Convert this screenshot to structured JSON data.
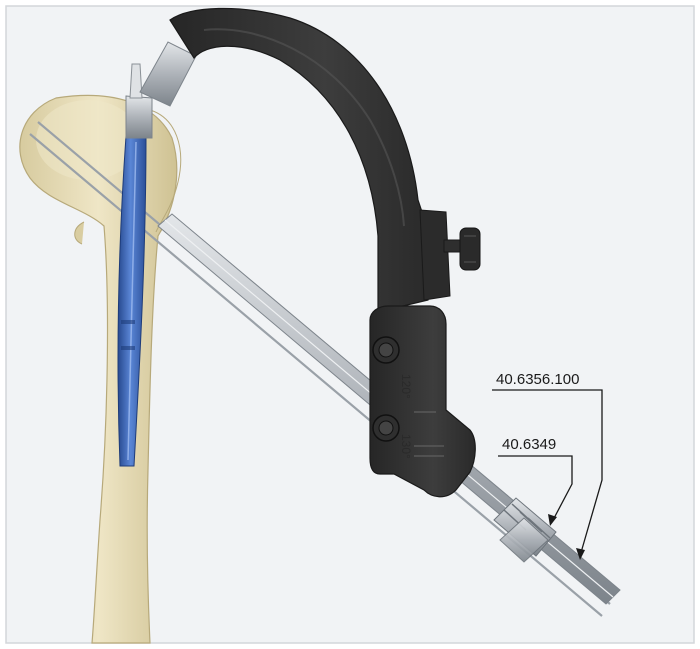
{
  "callouts": {
    "sleeve_label": "40.6356.100",
    "pin_label": "40.6349"
  },
  "engravings": {
    "angle_upper": "120°",
    "angle_lower": "130°"
  },
  "colors": {
    "background": "#f1f3f5",
    "frame_border": "#d3d6da",
    "bone": "#e6dcb6",
    "bone_shadow": "#c9bb8c",
    "nail": "#3b64b4",
    "nail_highlight": "#8fb0ee",
    "aiming_arm": "#2e2e2e",
    "aiming_arm_highlight": "#4a4a4a",
    "metal": "#b9bec4",
    "metal_dark": "#7d848b",
    "leader_line": "#1a1a1a"
  },
  "icons": {
    "knob_top": "thumb-screw-icon",
    "knob_upper": "locking-knob-icon",
    "knob_lower": "locking-knob-icon"
  }
}
